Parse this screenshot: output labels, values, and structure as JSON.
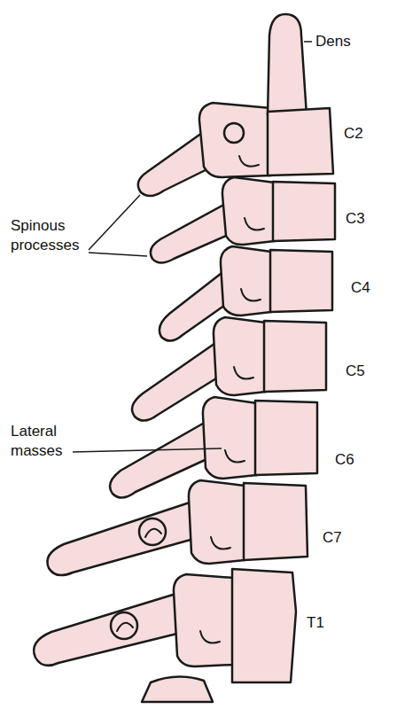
{
  "diagram": {
    "labels": [
      "Dens",
      "C2",
      "Spinous processes",
      "C3",
      "C4",
      "C5",
      "Lateral masses",
      "C6",
      "C7",
      "T1"
    ]
  }
}
